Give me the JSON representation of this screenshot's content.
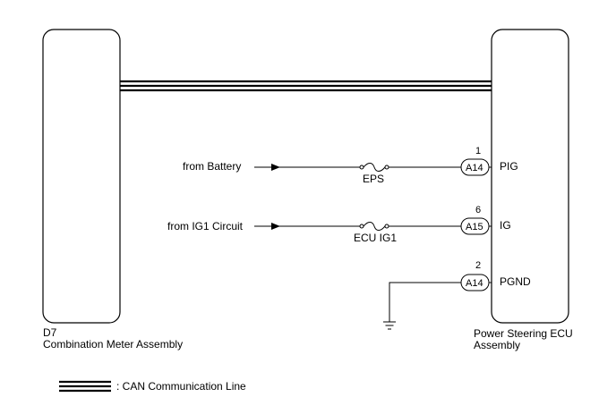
{
  "components": {
    "left": {
      "code": "D7",
      "name": "Combination Meter Assembly"
    },
    "right": {
      "name_line1": "Power Steering ECU",
      "name_line2": "Assembly"
    }
  },
  "circuits": [
    {
      "source": "from Battery",
      "fuse": "EPS",
      "pin_number": "1",
      "connector": "A14",
      "terminal": "PIG"
    },
    {
      "source": "from IG1 Circuit",
      "fuse": "ECU IG1",
      "pin_number": "6",
      "connector": "A15",
      "terminal": "IG"
    }
  ],
  "ground": {
    "pin_number": "2",
    "connector": "A14",
    "terminal": "PGND"
  },
  "legend": {
    "label": ": CAN Communication Line"
  },
  "colors": {
    "line": "#000000",
    "background": "#ffffff"
  }
}
